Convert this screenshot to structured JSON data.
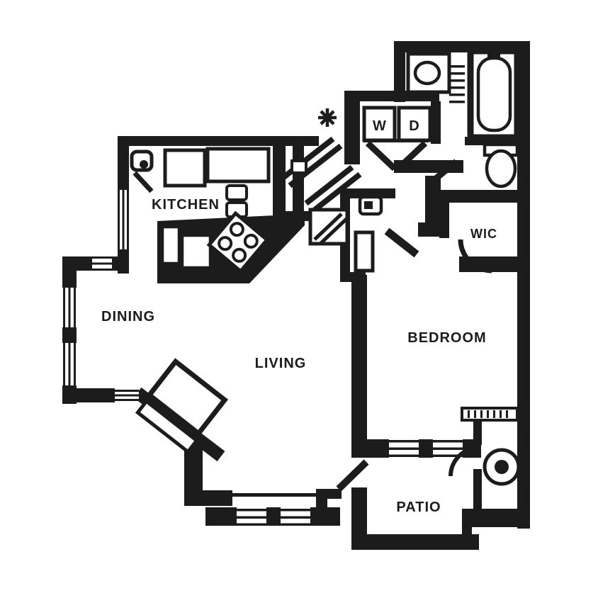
{
  "colors": {
    "ink": "#1c1c1c",
    "paper": "#ffffff"
  },
  "labels": {
    "kitchen": "KITCHEN",
    "dining": "DINING",
    "living": "LIVING",
    "bedroom": "BEDROOM",
    "patio": "PATIO",
    "wic": "WIC",
    "washer": "W",
    "dryer": "D"
  },
  "fixtures": [
    "bathroom-vanity-sink-icon",
    "linen-shelves-icon",
    "bathtub-icon",
    "toilet-icon",
    "washer-icon",
    "dryer-icon",
    "bifold-doors-icon",
    "entry-door-swing-icon",
    "light-starburst-icon",
    "refrigerator-icon",
    "kitchen-counter-icon",
    "range-cooktop-icon",
    "corner-fireplace-icon",
    "water-heater-icon",
    "storage-shelf-icon",
    "window-icon",
    "door-swing-arc-icon"
  ]
}
